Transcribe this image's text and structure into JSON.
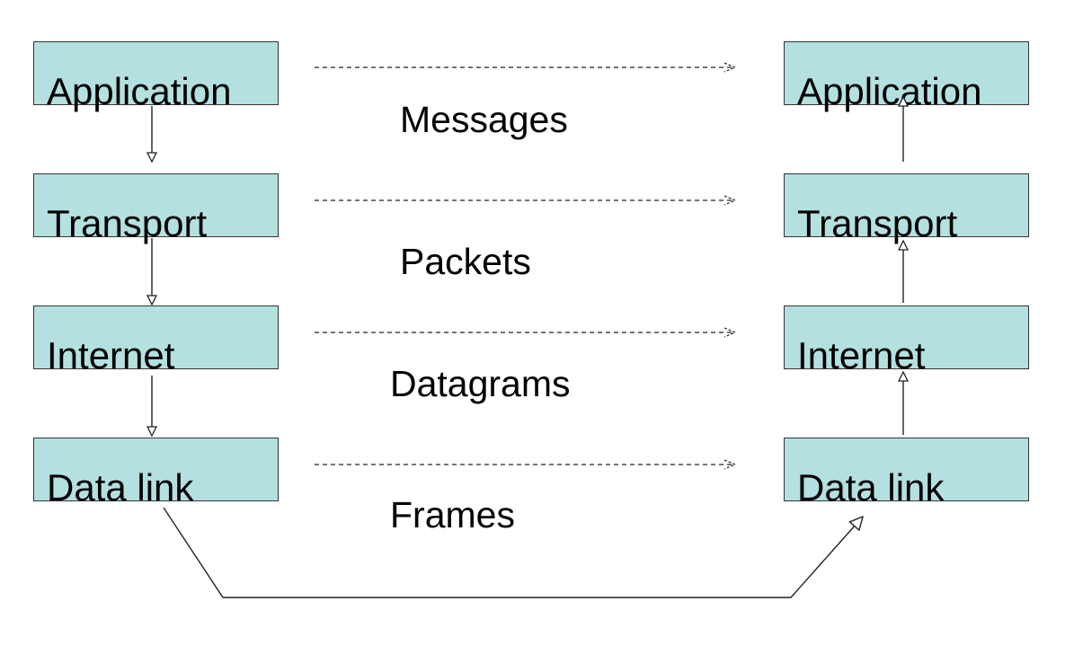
{
  "sender_stack": {
    "layers": [
      {
        "label": "Application"
      },
      {
        "label": "Transport"
      },
      {
        "label": "Internet"
      },
      {
        "label": "Data link"
      }
    ]
  },
  "receiver_stack": {
    "layers": [
      {
        "label": "Application"
      },
      {
        "label": "Transport"
      },
      {
        "label": "Internet"
      },
      {
        "label": "Data link"
      }
    ]
  },
  "peer_units": [
    {
      "label": "Messages"
    },
    {
      "label": "Packets"
    },
    {
      "label": "Datagrams"
    },
    {
      "label": "Frames"
    }
  ],
  "colors": {
    "box_fill": "#b4e0e0",
    "box_border": "#333333",
    "line": "#222222"
  }
}
